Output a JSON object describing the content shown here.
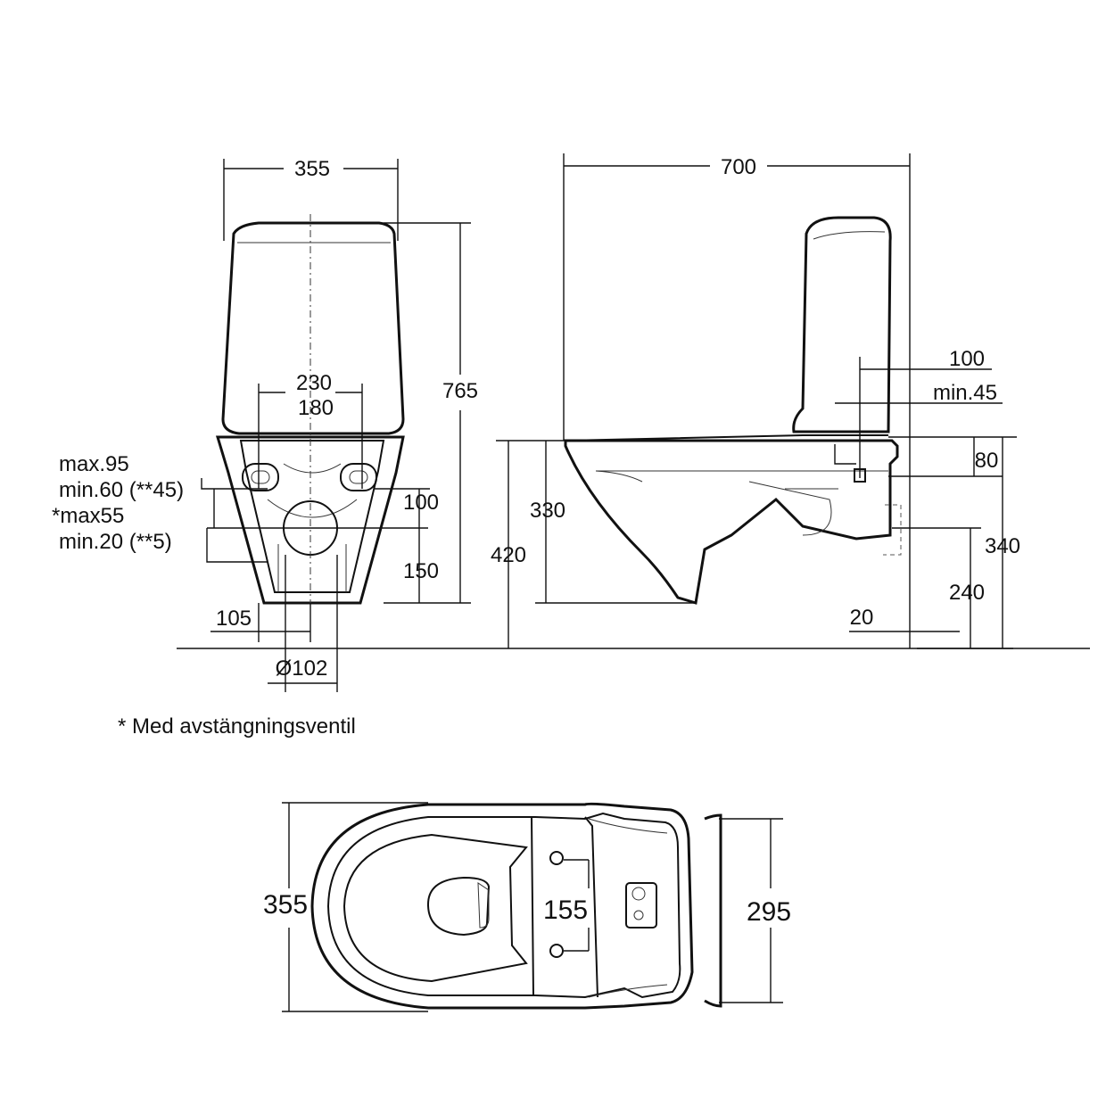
{
  "front_view": {
    "width": "355",
    "height": "765",
    "outer_spacing": "230",
    "inner_spacing": "180",
    "max_label": "max.95",
    "min_label": "min.60 (**45)",
    "star_max_label": "*max55",
    "min20_label": "min.20 (**5)",
    "right_100": "100",
    "right_150": "150",
    "left_105": "105",
    "diameter": "Ø102"
  },
  "side_view": {
    "length": "700",
    "dim_100": "100",
    "min45": "min.45",
    "dim_80": "80",
    "dim_330": "330",
    "dim_420": "420",
    "dim_340": "340",
    "dim_240": "240",
    "dim_20": "20"
  },
  "footnote": "* Med avstängningsventil",
  "top_view": {
    "width": "355",
    "spacing": "155",
    "outlet": "295"
  }
}
